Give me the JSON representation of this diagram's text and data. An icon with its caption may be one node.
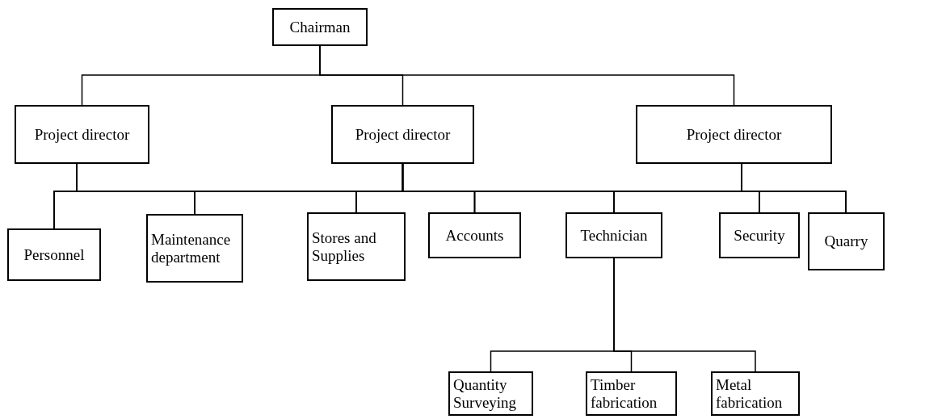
{
  "diagram": {
    "nodes": [
      {
        "text": [
          "Chairman"
        ]
      },
      {
        "text": [
          "Project director"
        ]
      },
      {
        "text": [
          "Project director"
        ]
      },
      {
        "text": [
          "Project director"
        ]
      },
      {
        "text": [
          "Personnel"
        ]
      },
      {
        "text": [
          "Maintenance department"
        ]
      },
      {
        "text": [
          "Stores and Supplies"
        ]
      },
      {
        "text": [
          "Accounts"
        ]
      },
      {
        "text": [
          "Technician"
        ]
      },
      {
        "text": [
          "Security"
        ]
      },
      {
        "text": [
          "Quarry"
        ]
      },
      {
        "text": [
          "Quantity Surveying"
        ]
      },
      {
        "text": [
          "Timber fabrication"
        ]
      },
      {
        "text": [
          "Metal fabrication"
        ]
      }
    ],
    "edges": [
      {
        "from": 0,
        "to": 1,
        "arrow": "none"
      },
      {
        "from": 0,
        "to": 2,
        "arrow": "none"
      },
      {
        "from": 0,
        "to": 3,
        "arrow": "none"
      },
      {
        "from": 1,
        "to": 4,
        "arrow": "none"
      },
      {
        "from": 1,
        "to": 5,
        "arrow": "none"
      },
      {
        "from": 1,
        "to": 6,
        "arrow": "none"
      },
      {
        "from": 1,
        "to": 7,
        "arrow": "none"
      },
      {
        "from": 1,
        "to": 8,
        "arrow": "none"
      },
      {
        "from": 1,
        "to": 9,
        "arrow": "none"
      },
      {
        "from": 1,
        "to": 10,
        "arrow": "none"
      },
      {
        "from": 2,
        "to": 4,
        "arrow": "none"
      },
      {
        "from": 2,
        "to": 5,
        "arrow": "none"
      },
      {
        "from": 2,
        "to": 6,
        "arrow": "none"
      },
      {
        "from": 2,
        "to": 7,
        "arrow": "none"
      },
      {
        "from": 2,
        "to": 8,
        "arrow": "none"
      },
      {
        "from": 2,
        "to": 9,
        "arrow": "none"
      },
      {
        "from": 2,
        "to": 10,
        "arrow": "none"
      },
      {
        "from": 3,
        "to": 4,
        "arrow": "none"
      },
      {
        "from": 3,
        "to": 5,
        "arrow": "none"
      },
      {
        "from": 3,
        "to": 6,
        "arrow": "none"
      },
      {
        "from": 3,
        "to": 7,
        "arrow": "none"
      },
      {
        "from": 3,
        "to": 8,
        "arrow": "none"
      },
      {
        "from": 3,
        "to": 9,
        "arrow": "none"
      },
      {
        "from": 3,
        "to": 10,
        "arrow": "none"
      },
      {
        "from": 8,
        "to": 11,
        "arrow": "none"
      },
      {
        "from": 8,
        "to": 12,
        "arrow": "none"
      },
      {
        "from": 8,
        "to": 13,
        "arrow": "none"
      }
    ]
  }
}
